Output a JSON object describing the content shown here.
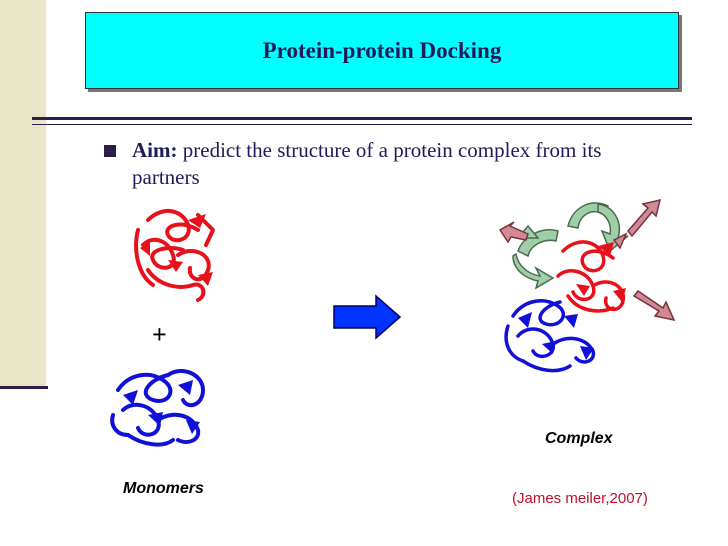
{
  "slide": {
    "title": "Protein-protein Docking",
    "bullet": {
      "bold_prefix": "Aim:",
      "text": " predict the structure of a protein complex from its partners"
    },
    "plus_sign": "+",
    "labels": {
      "monomers": "Monomers",
      "complex": "Complex"
    },
    "citation": "(James meiler,2007)"
  },
  "colors": {
    "title_bg": "#00ffff",
    "title_text": "#1f1a5a",
    "protein_red": "#e8101a",
    "protein_blue": "#1010d8",
    "arrow_blue": "#0033ff",
    "citation_red": "#c0102a",
    "sidebar": "#e9e6c8",
    "rotation_arrow_green": "#9fcfa8",
    "translation_arrow_pink": "#d08a94"
  },
  "icons": [
    "red-protein-monomer",
    "blue-protein-monomer",
    "blue-right-arrow",
    "docked-complex",
    "rotation-arrows",
    "translation-arrows"
  ]
}
